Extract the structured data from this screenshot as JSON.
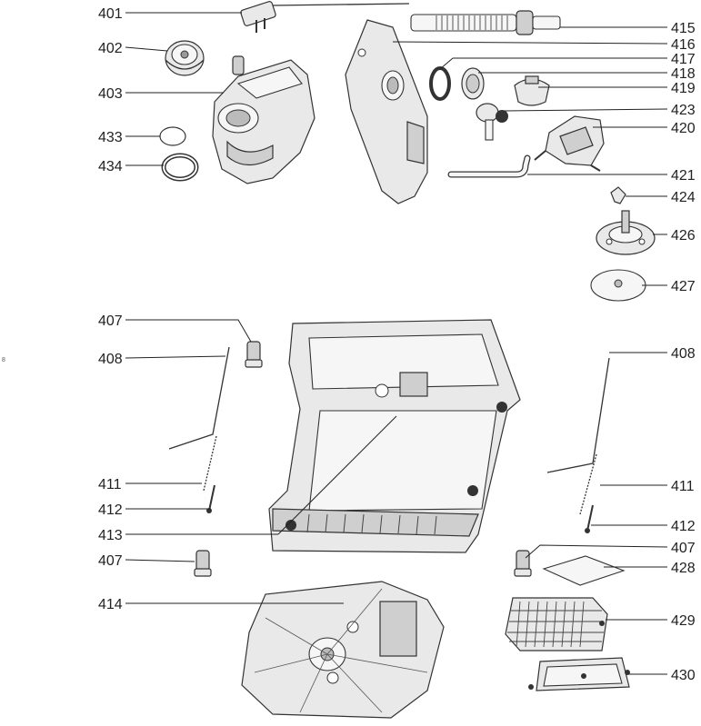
{
  "side_mark": "8",
  "callouts": [
    {
      "id": "c401",
      "label": "401"
    },
    {
      "id": "c402",
      "label": "402"
    },
    {
      "id": "c403",
      "label": "403"
    },
    {
      "id": "c433",
      "label": "433"
    },
    {
      "id": "c434",
      "label": "434"
    },
    {
      "id": "c415",
      "label": "415"
    },
    {
      "id": "c416",
      "label": "416"
    },
    {
      "id": "c417",
      "label": "417"
    },
    {
      "id": "c418",
      "label": "418"
    },
    {
      "id": "c419",
      "label": "419"
    },
    {
      "id": "c423",
      "label": "423"
    },
    {
      "id": "c420",
      "label": "420"
    },
    {
      "id": "c421",
      "label": "421"
    },
    {
      "id": "c424",
      "label": "424"
    },
    {
      "id": "c426",
      "label": "426"
    },
    {
      "id": "c427",
      "label": "427"
    },
    {
      "id": "c407a",
      "label": "407"
    },
    {
      "id": "c408a",
      "label": "408"
    },
    {
      "id": "c408b",
      "label": "408"
    },
    {
      "id": "c411a",
      "label": "411"
    },
    {
      "id": "c411b",
      "label": "411"
    },
    {
      "id": "c412a",
      "label": "412"
    },
    {
      "id": "c412b",
      "label": "412"
    },
    {
      "id": "c413",
      "label": "413"
    },
    {
      "id": "c407b",
      "label": "407"
    },
    {
      "id": "c407c",
      "label": "407"
    },
    {
      "id": "c428",
      "label": "428"
    },
    {
      "id": "c414",
      "label": "414"
    },
    {
      "id": "c429",
      "label": "429"
    },
    {
      "id": "c430",
      "label": "430"
    }
  ]
}
